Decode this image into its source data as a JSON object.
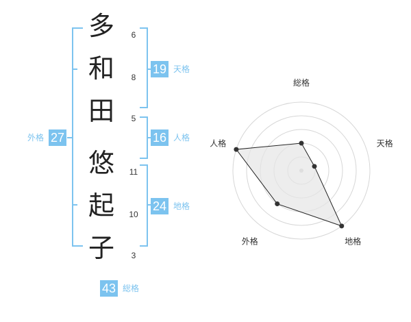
{
  "name": {
    "characters": [
      "多",
      "和",
      "田",
      "悠",
      "起",
      "子"
    ],
    "strokes": [
      "6",
      "8",
      "5",
      "11",
      "10",
      "3"
    ]
  },
  "scores": {
    "tenkaku": {
      "value": "19",
      "label": "天格"
    },
    "jinkaku": {
      "value": "16",
      "label": "人格"
    },
    "chikaku": {
      "value": "24",
      "label": "地格"
    },
    "gaikaku": {
      "value": "27",
      "label": "外格"
    },
    "soukaku": {
      "value": "43",
      "label": "総格"
    }
  },
  "chart_data": {
    "type": "radar",
    "axes": [
      "総格",
      "天格",
      "地格",
      "外格",
      "人格"
    ],
    "values": [
      2,
      1,
      5,
      3,
      5
    ],
    "rmax": 5,
    "rings": 5,
    "colors": {
      "line": "#222222",
      "fill": "#e6e6e6",
      "ring": "#d6d6d6"
    }
  }
}
